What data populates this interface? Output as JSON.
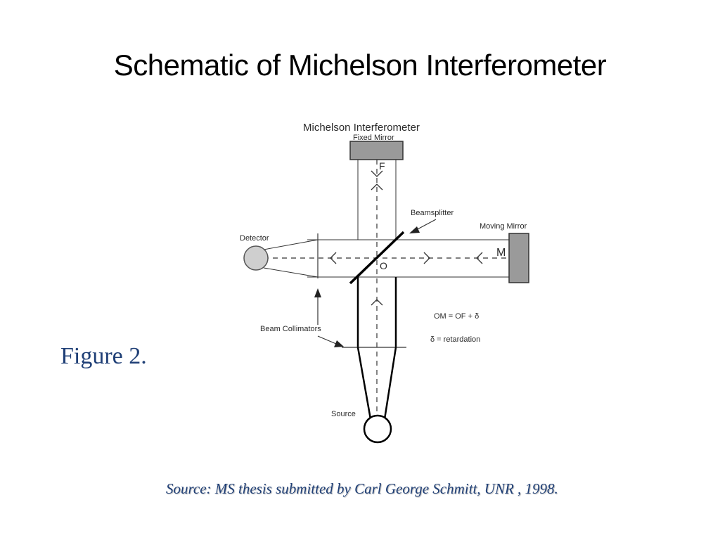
{
  "slide": {
    "title": "Schematic of Michelson Interferometer",
    "figure_label": "Figure 2.",
    "source": "Source: MS thesis submitted by Carl George Schmitt, UNR , 1998."
  },
  "diagram": {
    "title": "Michelson Interferometer",
    "labels": {
      "fixed_mirror": "Fixed Mirror",
      "fixed_point": "F",
      "beamsplitter": "Beamsplitter",
      "moving_mirror": "Moving Mirror",
      "moving_point": "M",
      "detector": "Detector",
      "origin": "O",
      "beam_collimators": "Beam Collimators",
      "source": "Source"
    },
    "equations": {
      "path_relation": "OM = OF + δ",
      "retardation": "δ = retardation"
    },
    "colors": {
      "mirror_fill": "#9a9a9a",
      "detector_fill": "#cfcfcf",
      "title_text": "#000000",
      "caption_text": "#1f3f76"
    }
  }
}
